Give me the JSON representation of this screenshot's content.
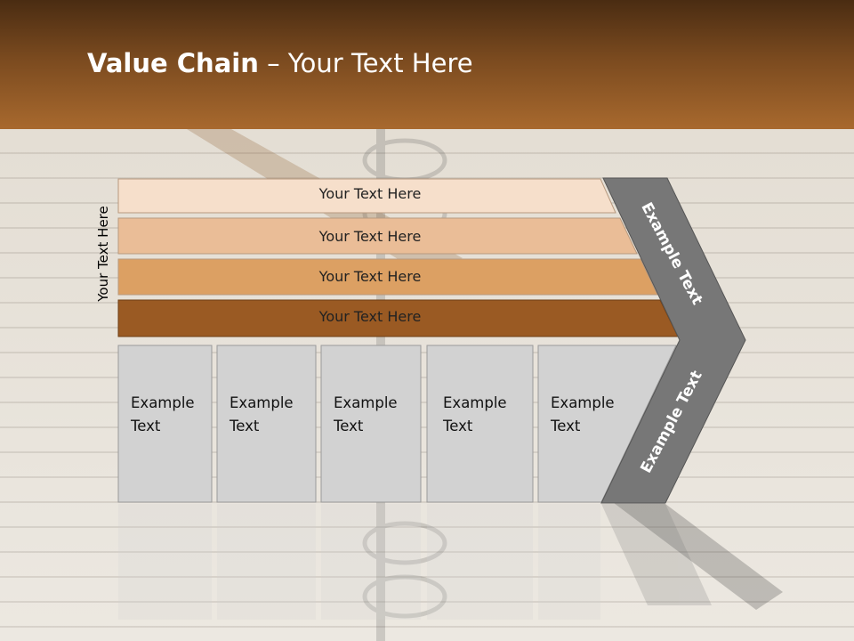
{
  "title": {
    "bold": "Value Chain",
    "rest": " – Your Text Here"
  },
  "side_label": "Your Text Here",
  "bars": [
    {
      "label": "Your Text Here",
      "color": "#f6dfcb"
    },
    {
      "label": "Your Text Here",
      "color": "#eabd97"
    },
    {
      "label": "Your Text Here",
      "color": "#dca063"
    },
    {
      "label": "Your Text Here",
      "color": "#9a5a23"
    }
  ],
  "boxes": [
    {
      "line1": "Example",
      "line2": "Text"
    },
    {
      "line1": "Example",
      "line2": "Text"
    },
    {
      "line1": "Example",
      "line2": "Text"
    },
    {
      "line1": "Example",
      "line2": "Text"
    },
    {
      "line1": "Example",
      "line2": "Text"
    }
  ],
  "chevron": {
    "upper_label": "Example Text",
    "lower_label": "Example Text",
    "color": "#777777"
  },
  "colors": {
    "box_fill": "#d2d2d2",
    "header_dark": "#4a2c12",
    "header_light": "#a8692e"
  }
}
